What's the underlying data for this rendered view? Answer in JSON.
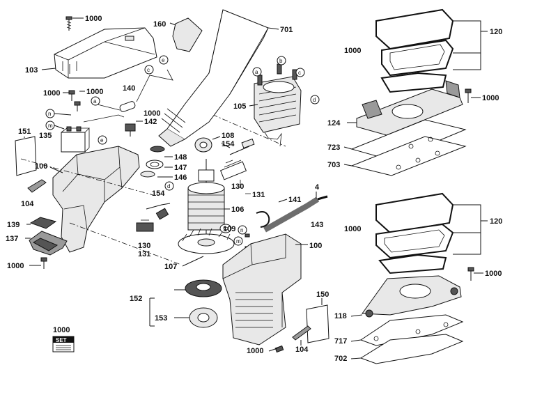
{
  "parts": {
    "p1000_top": "1000",
    "p160": "160",
    "p701": "701",
    "p120_top": "120",
    "p1000_pad_top": "1000",
    "p103": "103",
    "p105": "105",
    "p1000_right_top": "1000",
    "p1000_a": "1000",
    "p1000_b": "1000",
    "p140": "140",
    "p1000_c": "1000",
    "p142": "142",
    "p135": "135",
    "p124": "124",
    "p151": "151",
    "p108": "108",
    "p154_a": "154",
    "p148": "148",
    "p723": "723",
    "p147": "147",
    "p100_left": "100",
    "p146": "146",
    "p703": "703",
    "p130_a": "130",
    "p131_a": "131",
    "p4": "4",
    "p154_b": "154",
    "p141": "141",
    "p104_left": "104",
    "p106": "106",
    "p139": "139",
    "p143": "143",
    "p120_bottom": "120",
    "p109": "109",
    "p1000_pad_bottom": "1000",
    "p137": "137",
    "p130_b": "130",
    "p131_b": "131",
    "p100_right": "100",
    "p1000_left_bottom": "1000",
    "p107": "107",
    "p1000_right_bottom": "1000",
    "p152": "152",
    "p150": "150",
    "p153": "153",
    "p118": "118",
    "p1000_set": "1000",
    "p717": "717",
    "p1000_bottom": "1000",
    "p104_right": "104",
    "p702": "702"
  },
  "markers": {
    "a1": "a",
    "b1": "b",
    "c1": "c",
    "d1": "d",
    "e1": "e",
    "c2": "c",
    "a2": "a",
    "n1": "n",
    "m1": "m",
    "e2": "e",
    "d2": "d",
    "n2": "n",
    "m2": "m"
  },
  "set_badge": "SET"
}
